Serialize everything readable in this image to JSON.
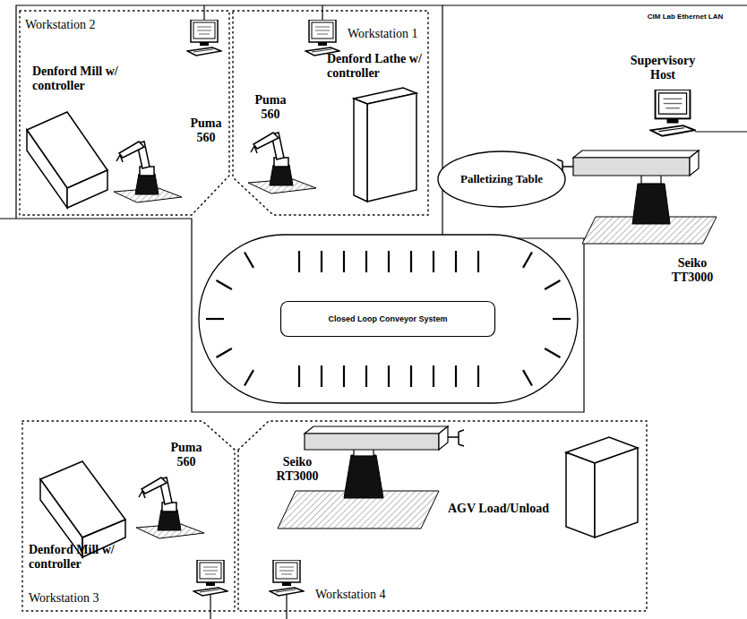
{
  "diagram": {
    "nodes": [
      {
        "text": [
          "Workstation 2",
          "Denford Mill w/ controller",
          "Puma 560"
        ]
      },
      {
        "text": [
          "Workstation 1",
          "Denford Lathe w/ controller",
          "Puma 560"
        ]
      },
      {
        "text": [
          "Palletizing Table"
        ]
      },
      {
        "text": [
          "Closed Loop Conveyor System"
        ]
      },
      {
        "text": [
          "Puma 560",
          "Denford Mill w/ controller",
          "Workstation 3"
        ]
      },
      {
        "text": [
          "Seiko RT3000",
          "AGV Load/Unload",
          "Workstation 4"
        ]
      }
    ],
    "labels": [
      "CIM Lab Ethernet LAN",
      "Supervisory Host",
      "Seiko TT3000"
    ]
  }
}
